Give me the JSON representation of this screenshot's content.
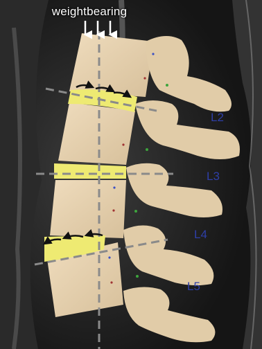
{
  "figure": {
    "caption": "weightbearing",
    "labels": {
      "l2": "L2",
      "l3": "L3",
      "l4": "L4",
      "l5": "L5"
    },
    "colors": {
      "bone": "#e6d2b2",
      "disc": "#eeea72",
      "guide_line": "#8a8a8a",
      "label": "#2e3fa8",
      "mri_background": "#1f1f1f"
    },
    "icons": [
      "down-arrow-icon",
      "curved-arrow-icon"
    ]
  }
}
